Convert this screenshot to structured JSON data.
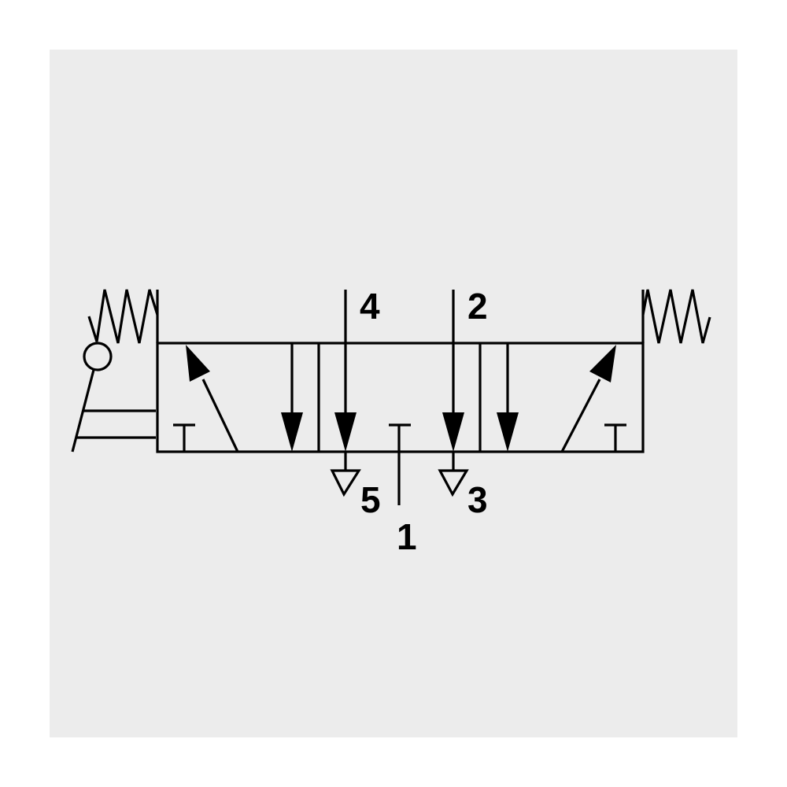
{
  "diagram": {
    "type": "5/3 directional control valve symbol",
    "ports": {
      "port_4": "4",
      "port_2": "2",
      "port_5": "5",
      "port_3": "3",
      "port_1": "1"
    },
    "colors": {
      "background": "#ececec",
      "stroke": "#000000"
    }
  }
}
